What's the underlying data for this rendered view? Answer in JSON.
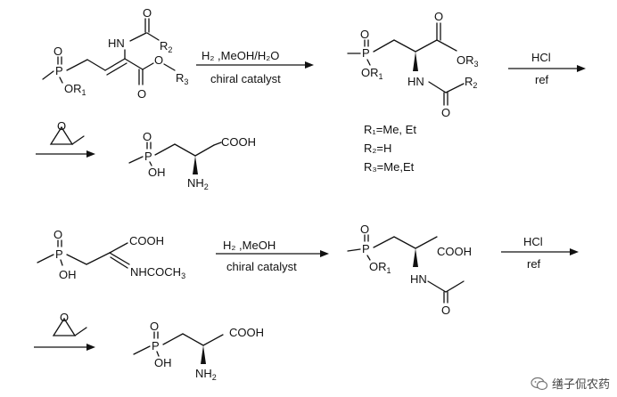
{
  "scheme": {
    "reaction1": {
      "reagent_top": "H₂ ,MeOH/H₂O",
      "reagent_bottom": "chiral catalyst",
      "hydrolysis_top": "HCl",
      "hydrolysis_bottom": "ref"
    },
    "substituents": {
      "r1": "R₁=Me, Et",
      "r2": "R₂=H",
      "r3": "R₃=Me,Et"
    },
    "reaction2": {
      "reagent_top": "H₂ ,MeOH",
      "reagent_bottom": "chiral catalyst",
      "hydrolysis_top": "HCl",
      "hydrolysis_bottom": "ref"
    },
    "atoms": {
      "O": "O",
      "P": "P",
      "OR1": "OR",
      "sub1": "1",
      "sub2": "2",
      "sub3": "3",
      "HN": "HN",
      "R": "R",
      "OH": "OH",
      "COOH": "COOH",
      "NH": "NH",
      "NHCOCH": "NHCOCH",
      "HN2": "HN"
    }
  },
  "watermark": {
    "text": "缮子侃农药",
    "icon": "wechat-icon"
  }
}
